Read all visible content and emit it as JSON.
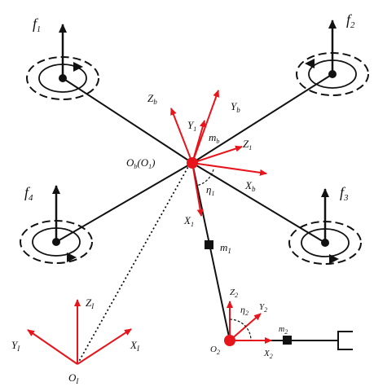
{
  "rotors": {
    "f1": {
      "label": "f",
      "sub": "1"
    },
    "f2": {
      "label": "f",
      "sub": "2"
    },
    "f3": {
      "label": "f",
      "sub": "3"
    },
    "f4": {
      "label": "f",
      "sub": "4"
    }
  },
  "body_frame": {
    "origin": {
      "main": "O",
      "sub": "b",
      "paren_main": "O",
      "paren_sub": "1"
    },
    "Zb": {
      "main": "Z",
      "sub": "b"
    },
    "Yb": {
      "main": "Y",
      "sub": "b"
    },
    "Xb": {
      "main": "X",
      "sub": "b"
    },
    "Y1": {
      "main": "Y",
      "sub": "1"
    },
    "Z1": {
      "main": "Z",
      "sub": "1"
    },
    "X1": {
      "main": "X",
      "sub": "1"
    },
    "mb": {
      "main": "m",
      "sub": "b"
    },
    "eta1": {
      "main": "η",
      "sub": "1"
    }
  },
  "link": {
    "m1": {
      "main": "m",
      "sub": "1"
    }
  },
  "joint2": {
    "origin": {
      "main": "O",
      "sub": "2"
    },
    "Z2": {
      "main": "Z",
      "sub": "2"
    },
    "Y2": {
      "main": "Y",
      "sub": "2"
    },
    "X2": {
      "main": "X",
      "sub": "2"
    },
    "eta2": {
      "main": "η",
      "sub": "2"
    },
    "m2": {
      "main": "m",
      "sub": "2"
    }
  },
  "inertial_frame": {
    "origin": {
      "main": "O",
      "sub": "I"
    },
    "ZI": {
      "main": "Z",
      "sub": "I"
    },
    "YI": {
      "main": "Y",
      "sub": "I"
    },
    "XI": {
      "main": "X",
      "sub": "I"
    }
  },
  "colors": {
    "red": "#e8141c",
    "black": "#111111"
  }
}
